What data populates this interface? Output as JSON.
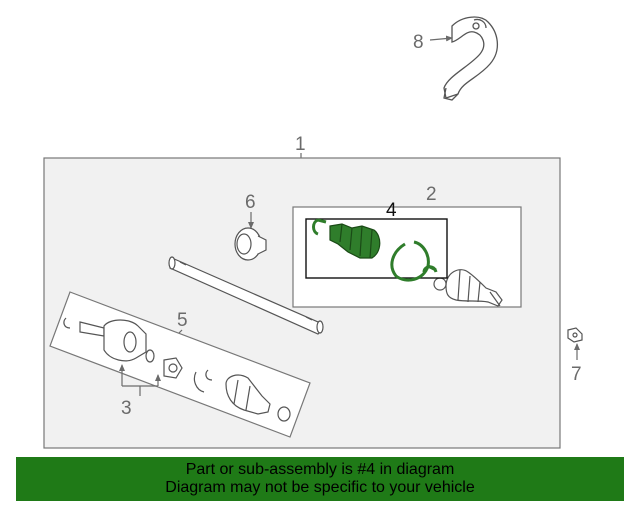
{
  "callouts": {
    "c1": "1",
    "c2": "2",
    "c3": "3",
    "c4": "4",
    "c5": "5",
    "c6": "6",
    "c7": "7",
    "c8": "8"
  },
  "highlighted_part": "4",
  "colors": {
    "highlight_fill": "#2f7d2b",
    "banner": "#1f7a17",
    "line": "#6b6b6b",
    "panel": "#f1f1f1"
  },
  "banner": {
    "line1": "Part or sub-assembly is #4 in diagram",
    "line2": "Diagram may not be specific to your vehicle"
  }
}
